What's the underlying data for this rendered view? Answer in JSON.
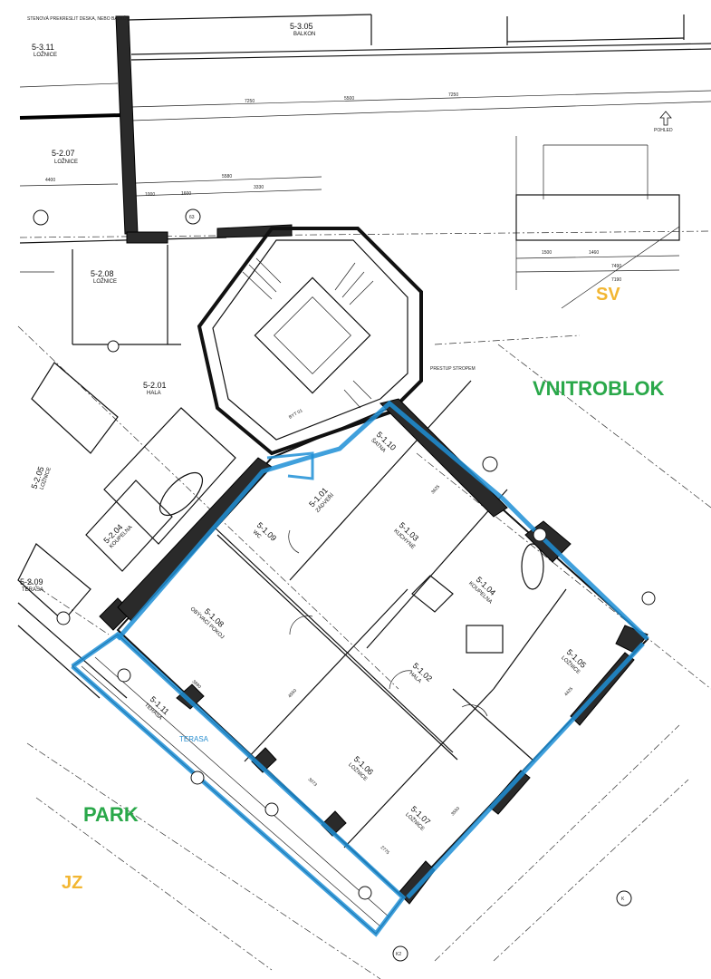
{
  "orientation_labels": {
    "sv": "SV",
    "vnitroblok": "VNITROBLOK",
    "park": "PARK",
    "jz": "JZ",
    "terasa_note": "TERASA",
    "view": "POHLED"
  },
  "rooms": [
    {
      "code": "5-3.05",
      "name": "BALKON"
    },
    {
      "code": "5-3.11",
      "name": "LOŽNICE"
    },
    {
      "code": "5-2.07",
      "name": "LOŽNICE"
    },
    {
      "code": "5-2.08",
      "name": "LOŽNICE"
    },
    {
      "code": "5-2.01",
      "name": "HALA"
    },
    {
      "code": "5-2.05",
      "name": "LOŽNICE"
    },
    {
      "code": "5-2.04",
      "name": "KOUPELNA"
    },
    {
      "code": "5-2.09",
      "name": "TERASA"
    },
    {
      "code": "5-1.08",
      "name": "OBÝVACÍ POKOJ"
    },
    {
      "code": "5-1.03",
      "name": "KUCHYNĚ"
    },
    {
      "code": "5-1.04",
      "name": "KOUPELNA"
    },
    {
      "code": "5-1.05",
      "name": "LOŽNICE"
    },
    {
      "code": "5-1.02",
      "name": "HALA"
    },
    {
      "code": "5-1.06",
      "name": "LOŽNICE"
    },
    {
      "code": "5-1.07",
      "name": "LOŽNICE"
    },
    {
      "code": "5-1.11",
      "name": "TERASA"
    },
    {
      "code": "5-1.10",
      "name": "ŠATNA"
    },
    {
      "code": "5-1.01",
      "name": "ZÁDVEŘÍ"
    },
    {
      "code": "5-1.09",
      "name": "WC"
    }
  ],
  "notes": {
    "top_left": "STENOVÁ PREKRESLIT DESKA, NEBO BALKÓN",
    "stair_unit": "BYT 01",
    "ceiling": "PRESTUP STROPEM",
    "grid_a": "63",
    "grid_b": "K",
    "grid_c": "K2"
  },
  "dimensions": [
    "7250",
    "5500",
    "7250",
    "1600",
    "1000",
    "5580",
    "1500",
    "3330",
    "1460",
    "7490",
    "7190",
    "4400",
    "3880",
    "3625",
    "4550",
    "3073",
    "2775",
    "4425",
    "3550"
  ]
}
